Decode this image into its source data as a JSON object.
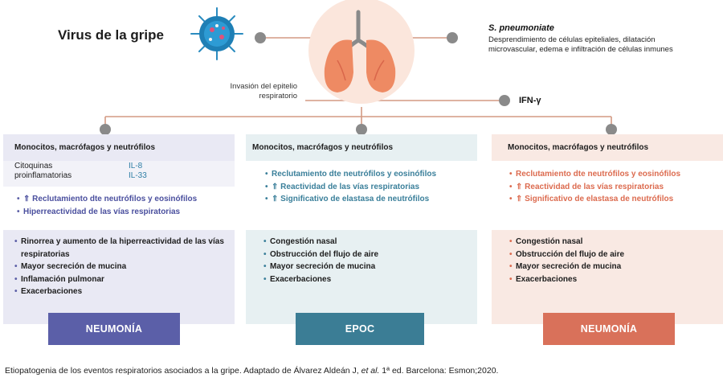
{
  "top": {
    "virus_label": "Virus de la gripe",
    "invasion_label": "Invasión del epitelio respiratorio",
    "pathogen_title": "S. pneumoniate",
    "pathogen_desc": "Desprendimiento de células epiteliales, dilatación microvascular, edema e infiltración de células inmunes",
    "ifn_label": "IFN-γ"
  },
  "columns": [
    {
      "header": "Monocitos, macrófagos y neutrófilos",
      "cytokine_label_1": "Citoquinas",
      "cytokine_label_2": "proinflamatorias",
      "cytokine_1": "IL-8",
      "cytokine_2": "IL-33",
      "effects": [
        "⇑ Reclutamiento dte neutrófilos y eosinófilos",
        "Hiperreactividad de las vías respiratorias"
      ],
      "symptoms": [
        "Rinorrea y aumento de la hiperreactividad de las vías respiratorias",
        "Mayor secreción de mucina",
        "Inflamación pulmonar",
        "Exacerbaciones"
      ],
      "button": "NEUMONÍA",
      "color": "#5b5fa8"
    },
    {
      "header": "Monocitos, macrófagos y neutrófilos",
      "effects": [
        "Reclutamiento dte neutrófilos y eosinófilos",
        "⇑ Reactividad de las vías respiratorias",
        "⇑ Significativo de elastasa de neutrófilos"
      ],
      "symptoms": [
        "Congestión nasal",
        "Obstrucción del flujo de aire",
        "Mayor secreción de mucina",
        "Exacerbaciones"
      ],
      "button": "EPOC",
      "color": "#3b7d95"
    },
    {
      "header": "Monocitos, macrófagos y neutrófilos",
      "effects": [
        "Reclutamiento dte neutrófilos y eosinófilos",
        "⇑ Reactividad de las vías respiratorias",
        "⇑ Significativo de elastasa de neutrófilos"
      ],
      "symptoms": [
        "Congestión nasal",
        "Obstrucción del flujo de aire",
        "Mayor secreción de mucina",
        "Exacerbaciones"
      ],
      "button": "NEUMONÍA",
      "color": "#d9715a"
    }
  ],
  "caption": {
    "part1": "Etiopatogenia de los eventos respiratorios asociados a la gripe. Adaptado de Álvarez Aldeán J, ",
    "italic": "et al.",
    "part2": " 1ª ed. Barcelona: Esmon;2020."
  }
}
